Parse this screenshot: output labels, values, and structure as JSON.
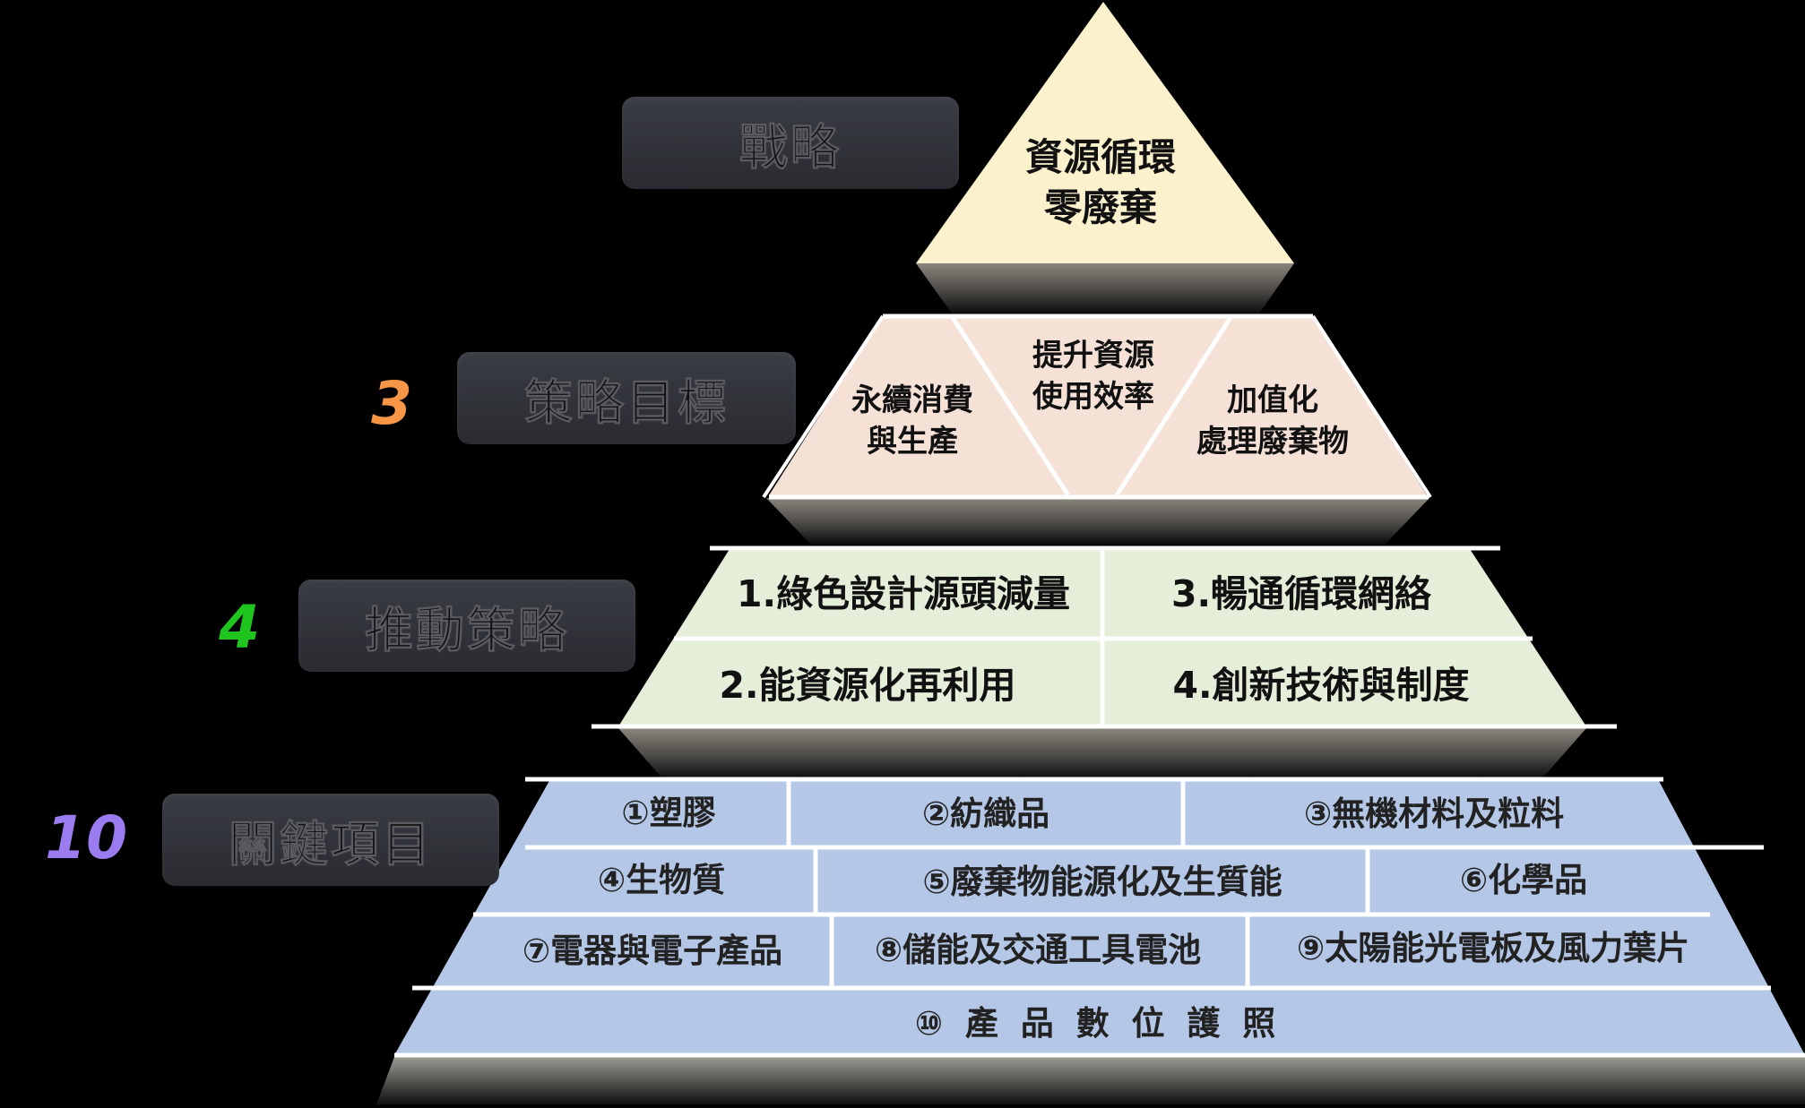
{
  "labels": {
    "strategy": "戰略",
    "goals": "策略目標",
    "promotion": "推動策略",
    "key_items": "關鍵項目"
  },
  "counts": {
    "goals": "3",
    "promotion": "4",
    "key_items": "10"
  },
  "apex": {
    "line1": "資源循環",
    "line2": "零廢棄"
  },
  "goals": [
    {
      "line1": "永續消費",
      "line2": "與生產"
    },
    {
      "line1": "提升資源",
      "line2": "使用效率"
    },
    {
      "line1": "加值化",
      "line2": "處理廢棄物"
    }
  ],
  "strategies": [
    "1.綠色設計源頭減量",
    "3.暢通循環網絡",
    "2.能資源化再利用",
    "4.創新技術與制度"
  ],
  "items": [
    "①塑膠",
    "②紡織品",
    "③無機材料及粒料",
    "④生物質",
    "⑤廢棄物能源化及生質能",
    "⑥化學品",
    "⑦電器與電子產品",
    "⑧儲能及交通工具電池",
    "⑨太陽能光電板及風力葉片",
    "⑩ 產 品 數 位 護 照"
  ],
  "colors": {
    "apex": "#fbf2cd",
    "goals": "#f6e1d7",
    "strategies": "#e5eed9",
    "items": "#b4c7e7",
    "count_goals": "#f79646",
    "count_promotion": "#1fc41f",
    "count_key_items": "#9b7cf0",
    "label_box": "#33343b"
  }
}
